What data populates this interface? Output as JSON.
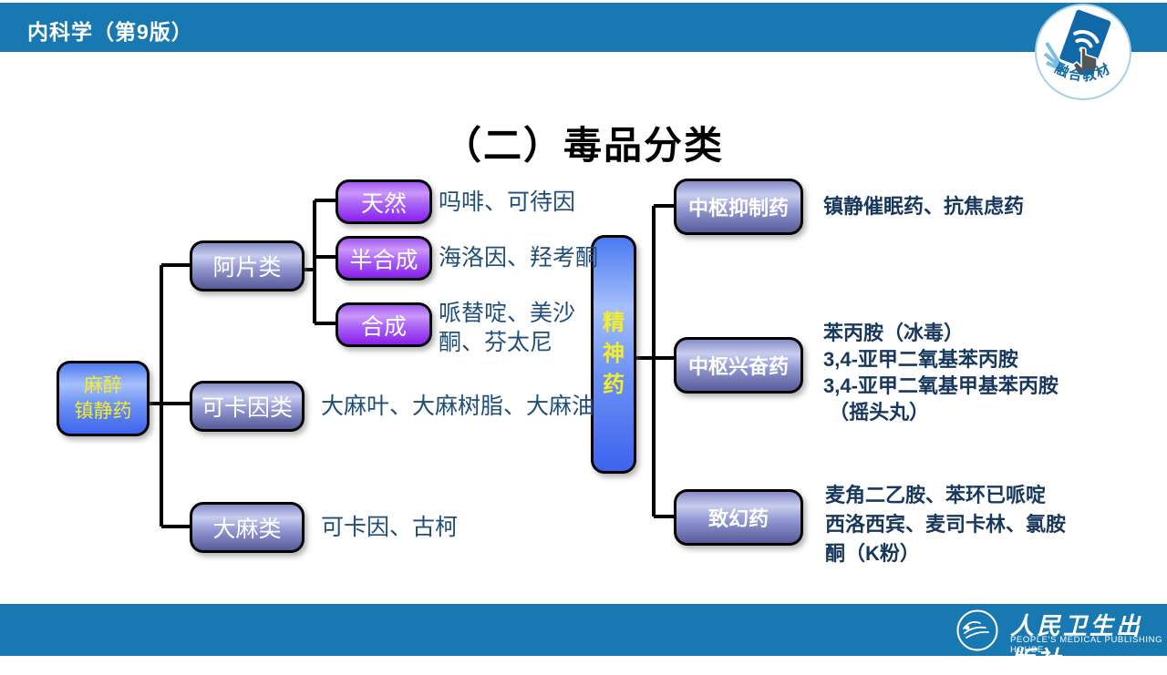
{
  "colors": {
    "bar_blue": "#1878b2",
    "annotation_blue": "#1f4e79",
    "annotation_navy": "#17375d",
    "highlight_yellow": "#f3ee2a"
  },
  "header": {
    "book_title": "内科学（第9版）",
    "logo_label": "融合教材"
  },
  "slide_title": "（二）毒品分类",
  "diagram": {
    "root": {
      "label": "麻醉\n镇静药"
    },
    "left": {
      "opioid": {
        "label": "阿片类"
      },
      "cocaine": {
        "label": "可卡因类",
        "examples": "大麻叶、大麻树脂、大麻油"
      },
      "cannabis": {
        "label": "大麻类",
        "examples": "可卡因、古柯"
      },
      "opioid_children": {
        "natural": {
          "label": "天然",
          "examples": "吗啡、可待因"
        },
        "semisynthetic": {
          "label": "半合成",
          "examples": "海洛因、羟考酮"
        },
        "synthetic": {
          "label": "合成",
          "examples": "哌替啶、美沙\n酮、芬太尼"
        }
      }
    },
    "right": {
      "psychotropic": {
        "label": "精\n神\n药"
      },
      "children": {
        "depressant": {
          "label": "中枢抑制药",
          "examples": "镇静催眠药、抗焦虑药"
        },
        "stimulant": {
          "label": "中枢兴奋药",
          "examples": "苯丙胺（冰毒）\n3,4-亚甲二氧基苯丙胺\n3,4-亚甲二氧基甲基苯丙胺\n （摇头丸）"
        },
        "hallucinogen": {
          "label": "致幻药",
          "examples": "麦角二乙胺、苯环已哌啶\n西洛西宾、麦司卡林、氯胺\n酮（K粉）"
        }
      }
    }
  },
  "footer": {
    "publisher_cn": "人民卫生出版社",
    "publisher_en": "PEOPLE'S MEDICAL PUBLISHING HOUSE"
  }
}
